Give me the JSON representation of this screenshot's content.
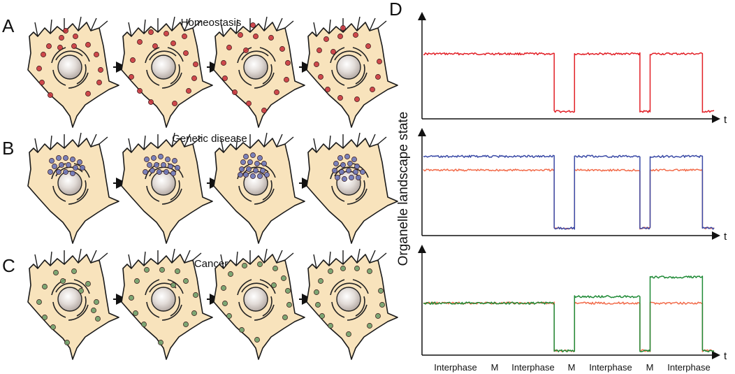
{
  "panels": {
    "A": {
      "letter": "A",
      "title": "Homeostasis",
      "dot_color": "#c9363e",
      "cells": [
        [
          [
            -12,
            -42
          ],
          [
            8,
            -44
          ],
          [
            -30,
            -30
          ],
          [
            -14,
            -28
          ],
          [
            6,
            -30
          ],
          [
            26,
            -32
          ],
          [
            -38,
            -18
          ],
          [
            38,
            -18
          ],
          [
            -44,
            2
          ],
          [
            44,
            4
          ],
          [
            -40,
            22
          ],
          [
            42,
            22
          ],
          [
            -28,
            40
          ],
          [
            26,
            38
          ],
          [
            -6,
            -52
          ]
        ],
        [
          [
            -18,
            -50
          ],
          [
            4,
            -48
          ],
          [
            -34,
            -36
          ],
          [
            -12,
            -30
          ],
          [
            14,
            -34
          ],
          [
            32,
            -20
          ],
          [
            -44,
            -10
          ],
          [
            46,
            -4
          ],
          [
            -46,
            14
          ],
          [
            44,
            16
          ],
          [
            -34,
            34
          ],
          [
            36,
            34
          ],
          [
            -18,
            50
          ],
          [
            16,
            52
          ],
          [
            30,
            -44
          ]
        ],
        [
          [
            -22,
            -46
          ],
          [
            0,
            -44
          ],
          [
            22,
            -42
          ],
          [
            -38,
            -28
          ],
          [
            -14,
            -24
          ],
          [
            38,
            -26
          ],
          [
            -46,
            -6
          ],
          [
            46,
            -6
          ],
          [
            -44,
            16
          ],
          [
            44,
            18
          ],
          [
            -30,
            36
          ],
          [
            30,
            36
          ],
          [
            -10,
            52
          ],
          [
            12,
            62
          ],
          [
            -4,
            -60
          ]
        ],
        [
          [
            -32,
            -40
          ],
          [
            -12,
            -44
          ],
          [
            10,
            -46
          ],
          [
            -42,
            -24
          ],
          [
            -22,
            -22
          ],
          [
            28,
            -30
          ],
          [
            -46,
            -4
          ],
          [
            44,
            -8
          ],
          [
            -40,
            14
          ],
          [
            42,
            14
          ],
          [
            -30,
            32
          ],
          [
            34,
            32
          ],
          [
            -12,
            44
          ],
          [
            12,
            46
          ],
          [
            -8,
            -56
          ]
        ]
      ]
    },
    "B": {
      "letter": "B",
      "title": "Genetic disease",
      "dot_color": "#6b76b8",
      "cells": [
        [
          [
            -26,
            -32
          ],
          [
            -16,
            -36
          ],
          [
            -6,
            -36
          ],
          [
            4,
            -34
          ],
          [
            14,
            -30
          ],
          [
            -22,
            -24
          ],
          [
            -12,
            -26
          ],
          [
            -2,
            -26
          ],
          [
            8,
            -22
          ],
          [
            18,
            -22
          ],
          [
            -16,
            -16
          ],
          [
            -6,
            -16
          ],
          [
            4,
            -14
          ],
          [
            -28,
            -16
          ]
        ],
        [
          [
            -24,
            -34
          ],
          [
            -14,
            -36
          ],
          [
            -4,
            -38
          ],
          [
            6,
            -34
          ],
          [
            16,
            -32
          ],
          [
            -20,
            -26
          ],
          [
            -10,
            -26
          ],
          [
            0,
            -26
          ],
          [
            10,
            -24
          ],
          [
            20,
            -22
          ],
          [
            -16,
            -18
          ],
          [
            -6,
            -16
          ],
          [
            4,
            -16
          ],
          [
            14,
            -14
          ],
          [
            -26,
            -16
          ]
        ],
        [
          [
            -14,
            -38
          ],
          [
            -4,
            -40
          ],
          [
            6,
            -36
          ],
          [
            -18,
            -30
          ],
          [
            -8,
            -30
          ],
          [
            2,
            -28
          ],
          [
            12,
            -28
          ],
          [
            -20,
            -20
          ],
          [
            -10,
            -20
          ],
          [
            0,
            -18
          ],
          [
            10,
            -18
          ],
          [
            -14,
            -12
          ],
          [
            -4,
            -10
          ],
          [
            6,
            -10
          ],
          [
            16,
            -12
          ],
          [
            -22,
            -12
          ]
        ],
        [
          [
            -12,
            -36
          ],
          [
            -2,
            -38
          ],
          [
            8,
            -34
          ],
          [
            -18,
            -28
          ],
          [
            -8,
            -26
          ],
          [
            2,
            -28
          ],
          [
            12,
            -24
          ],
          [
            -20,
            -18
          ],
          [
            -10,
            -16
          ],
          [
            0,
            -18
          ],
          [
            10,
            -16
          ],
          [
            20,
            -16
          ],
          [
            -16,
            -8
          ],
          [
            -6,
            -6
          ],
          [
            4,
            -8
          ],
          [
            14,
            -8
          ]
        ]
      ]
    },
    "C": {
      "letter": "C",
      "title": "Cancer",
      "dot_color": "#6f9e6a",
      "cells": [
        [
          [
            -20,
            -38
          ],
          [
            6,
            -40
          ],
          [
            -36,
            -18
          ],
          [
            26,
            -22
          ],
          [
            -10,
            -26
          ],
          [
            -44,
            4
          ],
          [
            38,
            4
          ],
          [
            34,
            16
          ],
          [
            -36,
            26
          ],
          [
            40,
            28
          ],
          [
            -24,
            40
          ],
          [
            -4,
            62
          ],
          [
            16,
            -12
          ]
        ],
        [
          [
            -24,
            -42
          ],
          [
            -2,
            -42
          ],
          [
            20,
            -40
          ],
          [
            -38,
            -26
          ],
          [
            32,
            -26
          ],
          [
            -46,
            -2
          ],
          [
            46,
            -6
          ],
          [
            -40,
            20
          ],
          [
            44,
            20
          ],
          [
            -28,
            36
          ],
          [
            32,
            36
          ],
          [
            -4,
            62
          ],
          [
            14,
            -20
          ]
        ],
        [
          [
            -16,
            -48
          ],
          [
            6,
            -50
          ],
          [
            28,
            -44
          ],
          [
            -36,
            -36
          ],
          [
            40,
            -30
          ],
          [
            -46,
            -16
          ],
          [
            46,
            -12
          ],
          [
            -44,
            6
          ],
          [
            48,
            8
          ],
          [
            -38,
            24
          ],
          [
            42,
            26
          ],
          [
            -20,
            44
          ],
          [
            2,
            58
          ],
          [
            26,
            -20
          ]
        ],
        [
          [
            -40,
            -26
          ],
          [
            -26,
            -40
          ],
          [
            -8,
            -44
          ],
          [
            12,
            -44
          ],
          [
            30,
            -40
          ],
          [
            -46,
            -10
          ],
          [
            46,
            -12
          ],
          [
            -44,
            8
          ],
          [
            48,
            8
          ],
          [
            -38,
            24
          ],
          [
            42,
            24
          ],
          [
            -26,
            38
          ],
          [
            30,
            38
          ],
          [
            0,
            50
          ]
        ]
      ]
    }
  },
  "panel_D": {
    "letter": "D"
  },
  "chart_data": [
    {
      "type": "line",
      "title": "",
      "series": [
        {
          "color": "#e21f26",
          "segments": [
            [
              0,
              0.62,
              0.45
            ],
            [
              0.45,
              0.07,
              0.45
            ],
            [
              0.52,
              0.62,
              0.45
            ],
            [
              0.745,
              0.07,
              0.45
            ],
            [
              0.78,
              0.62,
              0.45
            ],
            [
              0.96,
              0.07,
              0.45
            ],
            [
              1.0,
              0.62,
              0.45
            ]
          ]
        }
      ]
    },
    {
      "type": "line",
      "title": "",
      "series": [
        {
          "color": "#f26b4a",
          "segments": [
            [
              0,
              0.62,
              0.62
            ],
            [
              0.45,
              0.07,
              0.62
            ],
            [
              0.52,
              0.62,
              0.62
            ],
            [
              0.745,
              0.07,
              0.62
            ],
            [
              0.78,
              0.62,
              0.62
            ],
            [
              0.96,
              0.07,
              0.62
            ],
            [
              1.0,
              0.62,
              0.62
            ]
          ]
        },
        {
          "color": "#3a4aa6",
          "segments": [
            [
              0,
              0.75,
              0.75
            ],
            [
              0.45,
              0.07,
              0.75
            ],
            [
              0.52,
              0.75,
              0.75
            ],
            [
              0.745,
              0.07,
              0.75
            ],
            [
              0.78,
              0.75,
              0.75
            ],
            [
              0.96,
              0.07,
              0.75
            ],
            [
              1.0,
              0.75,
              0.75
            ]
          ]
        }
      ]
    },
    {
      "type": "line",
      "title": "",
      "series": [
        {
          "color": "#f26b4a",
          "segments": [
            [
              0,
              0.48,
              0.48
            ],
            [
              0.45,
              0.04,
              0.48
            ],
            [
              0.52,
              0.48,
              0.48
            ],
            [
              0.745,
              0.04,
              0.48
            ],
            [
              0.78,
              0.48,
              0.48
            ],
            [
              0.96,
              0.04,
              0.48
            ],
            [
              1.0,
              0.48,
              0.48
            ]
          ]
        },
        {
          "color": "#1f8a36",
          "segments": [
            [
              0,
              0.48,
              0.48
            ],
            [
              0.45,
              0.04,
              0.48
            ],
            [
              0.52,
              0.54,
              0.54
            ],
            [
              0.745,
              0.04,
              0.54
            ],
            [
              0.78,
              0.72,
              0.72
            ],
            [
              0.96,
              0.04,
              0.72
            ],
            [
              1.0,
              0.9,
              0.9
            ]
          ]
        }
      ]
    }
  ],
  "axes": {
    "x_label": "t",
    "y_label": "Organelle landscape state"
  },
  "phase_labels": [
    "Interphase",
    "M",
    "Interphase",
    "M",
    "Interphase",
    "M",
    "Interphase"
  ]
}
